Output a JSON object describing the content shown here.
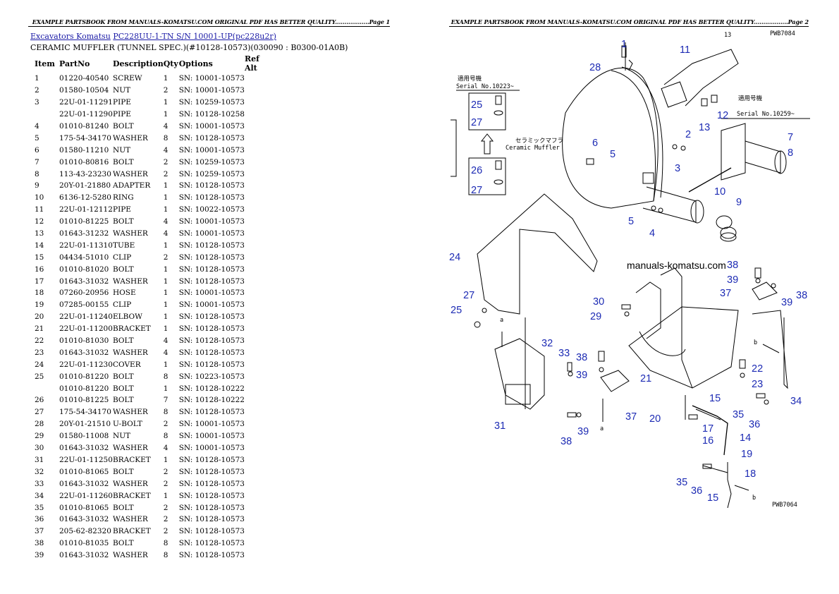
{
  "header_left": "EXAMPLE PARTSBOOK FROM MANUALS-KOMATSU.COM ORIGINAL PDF HAS BETTER QUALITY..................Page 1",
  "header_right": "EXAMPLE PARTSBOOK FROM MANUALS-KOMATSU.COM ORIGINAL PDF HAS BETTER QUALITY..................Page 2",
  "breadcrumb": {
    "link1": "Excavators Komatsu",
    "link2": "PC228UU-1-TN S/N 10001-UP(pc228u2r)"
  },
  "subtitle": "CERAMIC MUFFLER (TUNNEL SPEC.)(#10128-10573)(030090 : B0300-01A0B)",
  "table": {
    "headers": [
      "Item",
      "PartNo",
      "Description",
      "Qty",
      "Options",
      "Ref Alt"
    ],
    "rows": [
      [
        "1",
        "01220-40540",
        "SCREW",
        "1",
        "SN: 10001-10573"
      ],
      [
        "2",
        "01580-10504",
        "NUT",
        "2",
        "SN: 10001-10573"
      ],
      [
        "3",
        "22U-01-11291",
        "PIPE",
        "1",
        "SN: 10259-10573"
      ],
      [
        "",
        "22U-01-11290",
        "PIPE",
        "1",
        "SN: 10128-10258"
      ],
      [
        "4",
        "01010-81240",
        "BOLT",
        "4",
        "SN: 10001-10573"
      ],
      [
        "5",
        "175-54-34170",
        "WASHER",
        "8",
        "SN: 10128-10573"
      ],
      [
        "6",
        "01580-11210",
        "NUT",
        "4",
        "SN: 10001-10573"
      ],
      [
        "7",
        "01010-80816",
        "BOLT",
        "2",
        "SN: 10259-10573"
      ],
      [
        "8",
        "113-43-23230",
        "WASHER",
        "2",
        "SN: 10259-10573"
      ],
      [
        "9",
        "20Y-01-21880",
        "ADAPTER",
        "1",
        "SN: 10128-10573"
      ],
      [
        "10",
        "6136-12-5280",
        "RING",
        "1",
        "SN: 10128-10573"
      ],
      [
        "11",
        "22U-01-12112",
        "PIPE",
        "1",
        "SN: 10022-10573"
      ],
      [
        "12",
        "01010-81225",
        "BOLT",
        "4",
        "SN: 10001-10573"
      ],
      [
        "13",
        "01643-31232",
        "WASHER",
        "4",
        "SN: 10001-10573"
      ],
      [
        "14",
        "22U-01-11310",
        "TUBE",
        "1",
        "SN: 10128-10573"
      ],
      [
        "15",
        "04434-51010",
        "CLIP",
        "2",
        "SN: 10128-10573"
      ],
      [
        "16",
        "01010-81020",
        "BOLT",
        "1",
        "SN: 10128-10573"
      ],
      [
        "17",
        "01643-31032",
        "WASHER",
        "1",
        "SN: 10128-10573"
      ],
      [
        "18",
        "07260-20956",
        "HOSE",
        "1",
        "SN: 10001-10573"
      ],
      [
        "19",
        "07285-00155",
        "CLIP",
        "1",
        "SN: 10001-10573"
      ],
      [
        "20",
        "22U-01-11240",
        "ELBOW",
        "1",
        "SN: 10128-10573"
      ],
      [
        "21",
        "22U-01-11200",
        "BRACKET",
        "1",
        "SN: 10128-10573"
      ],
      [
        "22",
        "01010-81030",
        "BOLT",
        "4",
        "SN: 10128-10573"
      ],
      [
        "23",
        "01643-31032",
        "WASHER",
        "4",
        "SN: 10128-10573"
      ],
      [
        "24",
        "22U-01-11230",
        "COVER",
        "1",
        "SN: 10128-10573"
      ],
      [
        "25",
        "01010-81220",
        "BOLT",
        "8",
        "SN: 10223-10573"
      ],
      [
        "",
        "01010-81220",
        "BOLT",
        "1",
        "SN: 10128-10222"
      ],
      [
        "26",
        "01010-81225",
        "BOLT",
        "7",
        "SN: 10128-10222"
      ],
      [
        "27",
        "175-54-34170",
        "WASHER",
        "8",
        "SN: 10128-10573"
      ],
      [
        "28",
        "20Y-01-21510",
        "U-BOLT",
        "2",
        "SN: 10001-10573"
      ],
      [
        "29",
        "01580-11008",
        "NUT",
        "8",
        "SN: 10001-10573"
      ],
      [
        "30",
        "01643-31032",
        "WASHER",
        "4",
        "SN: 10001-10573"
      ],
      [
        "31",
        "22U-01-11250",
        "BRACKET",
        "1",
        "SN: 10128-10573"
      ],
      [
        "32",
        "01010-81065",
        "BOLT",
        "2",
        "SN: 10128-10573"
      ],
      [
        "33",
        "01643-31032",
        "WASHER",
        "2",
        "SN: 10128-10573"
      ],
      [
        "34",
        "22U-01-11260",
        "BRACKET",
        "1",
        "SN: 10128-10573"
      ],
      [
        "35",
        "01010-81065",
        "BOLT",
        "2",
        "SN: 10128-10573"
      ],
      [
        "36",
        "01643-31032",
        "WASHER",
        "2",
        "SN: 10128-10573"
      ],
      [
        "37",
        "205-62-82320",
        "BRACKET",
        "2",
        "SN: 10128-10573"
      ],
      [
        "38",
        "01010-81035",
        "BOLT",
        "8",
        "SN: 10128-10573"
      ],
      [
        "39",
        "01643-31032",
        "WASHER",
        "8",
        "SN: 10128-10573"
      ]
    ]
  },
  "diagram": {
    "code_top": "PWB7084",
    "code_bottom": "PWB7064",
    "inset1_jp": "適用号機",
    "inset1_serial": "Serial No.10223~",
    "inset2_jp": "適用号機",
    "inset2_serial": "Serial No.10259~",
    "ceramic_jp": "セラミックマフラ",
    "ceramic_en": "Ceramic Muffler",
    "watermark": "manuals-komatsu.com",
    "letter_a": "a",
    "letter_b": "b",
    "callouts": [
      "1",
      "2",
      "3",
      "4",
      "5",
      "6",
      "7",
      "8",
      "9",
      "10",
      "11",
      "12",
      "13",
      "14",
      "15",
      "16",
      "17",
      "18",
      "19",
      "20",
      "21",
      "22",
      "23",
      "24",
      "25",
      "26",
      "27",
      "28",
      "29",
      "30",
      "31",
      "32",
      "33",
      "34",
      "35",
      "36",
      "37",
      "38",
      "39"
    ]
  }
}
